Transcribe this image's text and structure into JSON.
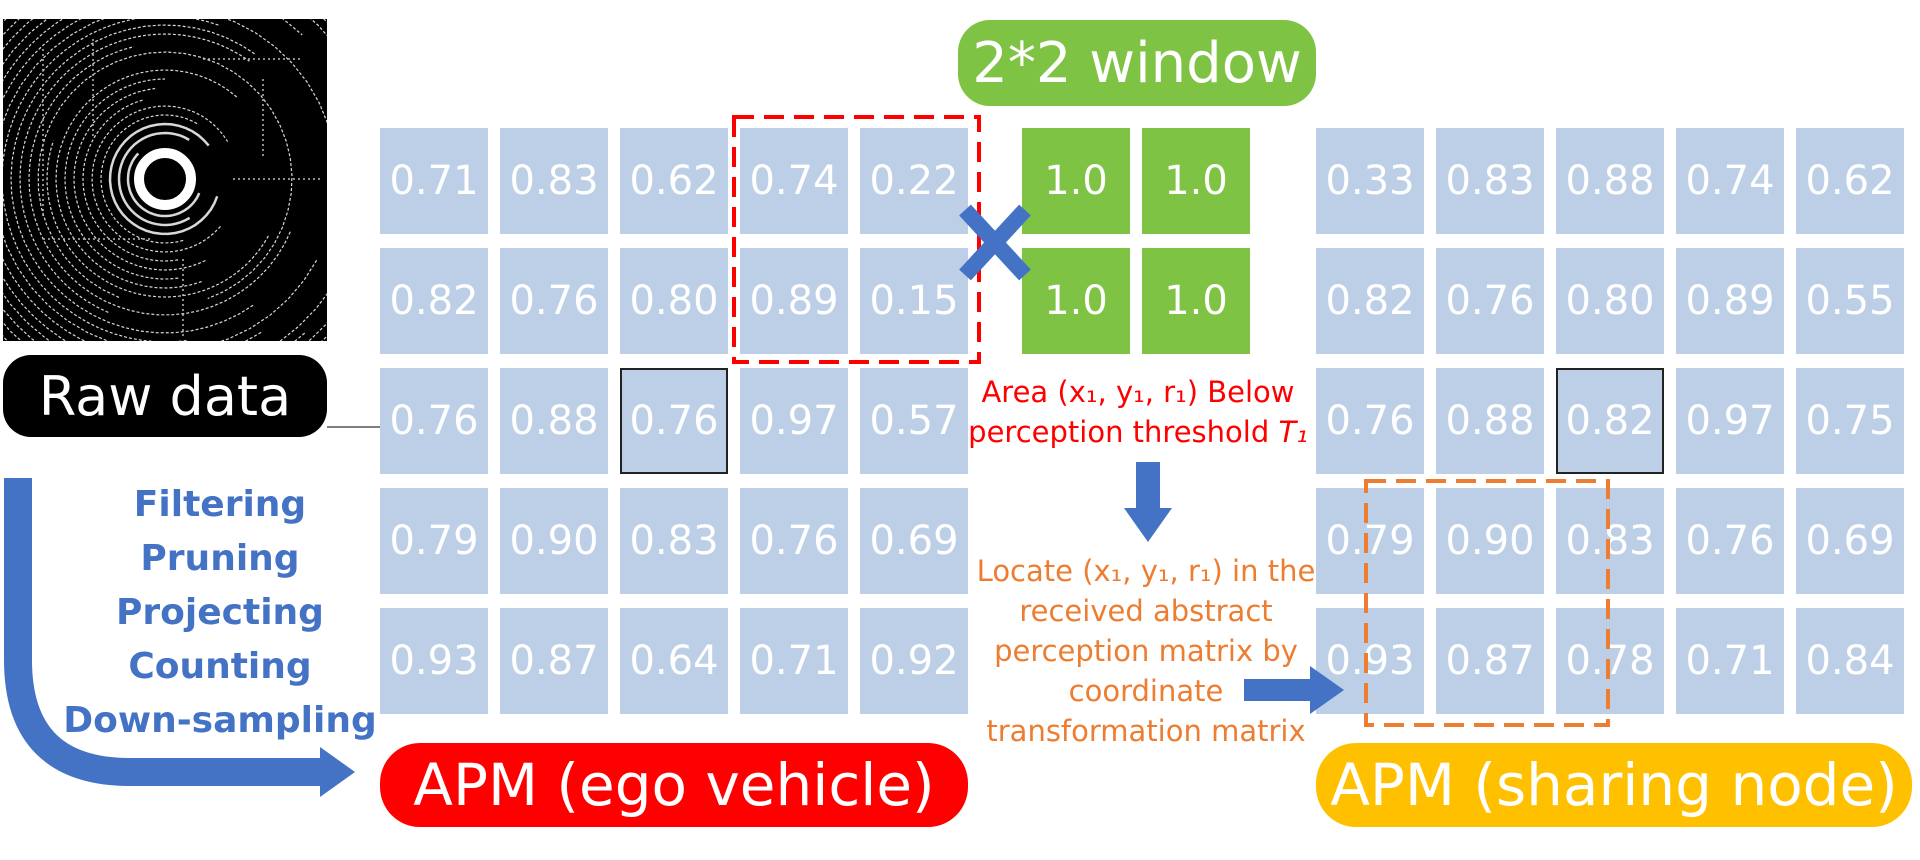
{
  "raw_data": {
    "label": "Raw data"
  },
  "processing_steps": [
    "Filtering",
    "Pruning",
    "Projecting",
    "Counting",
    "Down-sampling"
  ],
  "window": {
    "title": "2*2 window",
    "values": [
      [
        "1.0",
        "1.0"
      ],
      [
        "1.0",
        "1.0"
      ]
    ]
  },
  "ego_matrix": {
    "label": "APM (ego vehicle)",
    "rows": [
      [
        "0.71",
        "0.83",
        "0.62",
        "0.74",
        "0.22"
      ],
      [
        "0.82",
        "0.76",
        "0.80",
        "0.89",
        "0.15"
      ],
      [
        "0.76",
        "0.88",
        "0.76",
        "0.97",
        "0.57"
      ],
      [
        "0.79",
        "0.90",
        "0.83",
        "0.76",
        "0.69"
      ],
      [
        "0.93",
        "0.87",
        "0.64",
        "0.71",
        "0.92"
      ]
    ]
  },
  "sharing_matrix": {
    "label": "APM (sharing node)",
    "rows": [
      [
        "0.33",
        "0.83",
        "0.88",
        "0.74",
        "0.62"
      ],
      [
        "0.82",
        "0.76",
        "0.80",
        "0.89",
        "0.55"
      ],
      [
        "0.76",
        "0.88",
        "0.82",
        "0.97",
        "0.75"
      ],
      [
        "0.79",
        "0.90",
        "0.83",
        "0.76",
        "0.69"
      ],
      [
        "0.93",
        "0.87",
        "0.78",
        "0.71",
        "0.84"
      ]
    ]
  },
  "threshold_note": {
    "line1": "Area (x₁, y₁, r₁) Below",
    "line2_prefix": "perception threshold ",
    "line2_var": "T₁"
  },
  "locate_note": {
    "lines": [
      "Locate (x₁, y₁, r₁) in the",
      "received abstract",
      "perception matrix by",
      "coordinate",
      "transformation matrix"
    ]
  },
  "colors": {
    "cell": "#bccfe6",
    "window": "#7fc344",
    "ego_pill": "#ff0000",
    "sharing_pill": "#ffc000",
    "raw_pill": "#000000",
    "steps_text": "#4472c4",
    "threshold_text": "#ff0000",
    "locate_text": "#ed7d31",
    "arrow": "#4472c4"
  }
}
